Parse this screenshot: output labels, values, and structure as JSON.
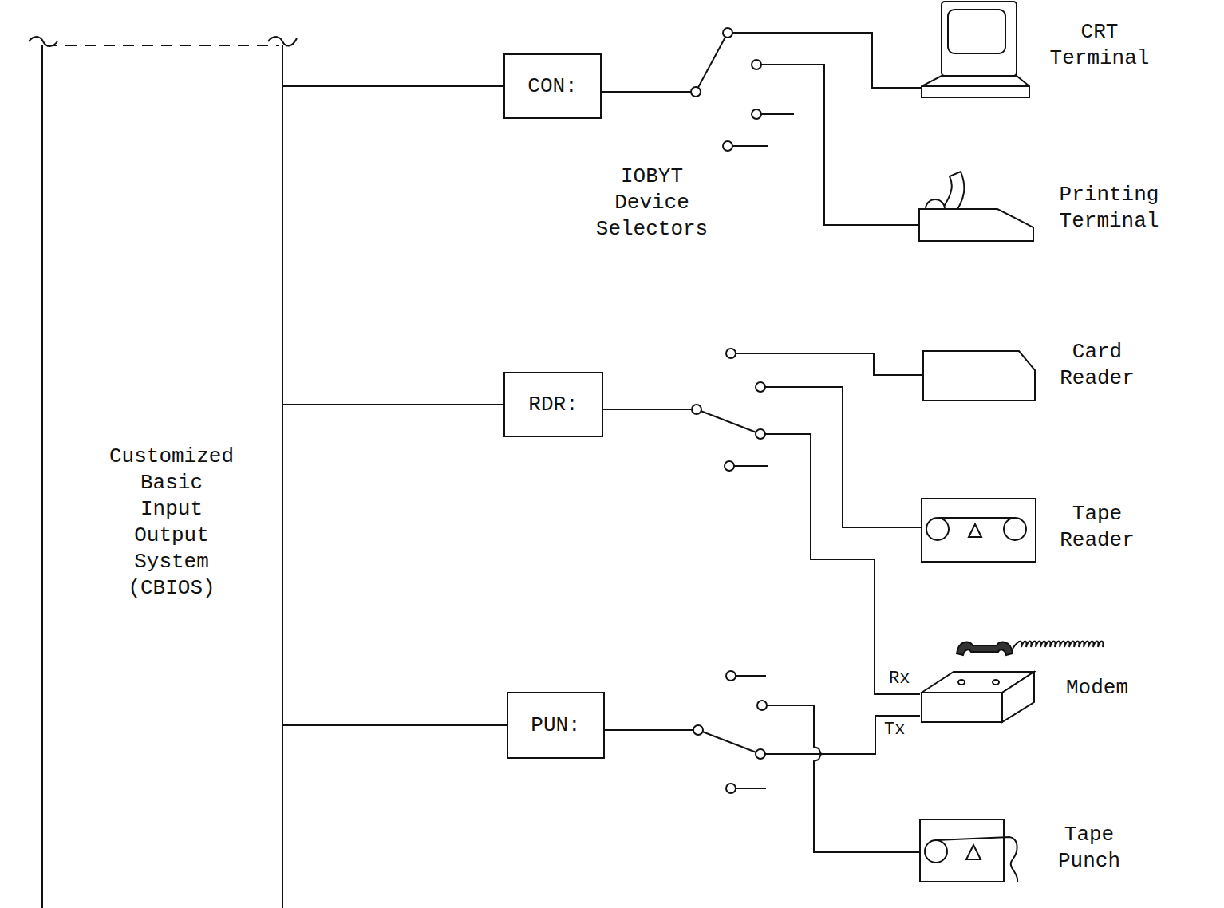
{
  "diagram": {
    "nodes": [
      {
        "text": [
          "Customized Basic Input Output System (CBIOS)"
        ]
      },
      {
        "text": [
          "CON:"
        ]
      },
      {
        "text": [
          "CRT Terminal"
        ]
      },
      {
        "text": [
          "Printing Terminal"
        ]
      },
      {
        "text": [
          "RDR:"
        ]
      },
      {
        "text": [
          "Card Reader"
        ]
      },
      {
        "text": [
          "Tape Reader"
        ]
      },
      {
        "text": [
          "Modem"
        ]
      },
      {
        "text": [
          "PUN:"
        ]
      },
      {
        "text": [
          "Tape Punch"
        ]
      }
    ],
    "edges": [
      {
        "from": 0,
        "to": 1,
        "arrow": "none"
      },
      {
        "from": 0,
        "to": 4,
        "arrow": "none"
      },
      {
        "from": 0,
        "to": 8,
        "arrow": "none"
      },
      {
        "from": 1,
        "to": 2,
        "arrow": "none"
      },
      {
        "from": 1,
        "to": 3,
        "arrow": "none"
      },
      {
        "from": 4,
        "to": 5,
        "arrow": "none"
      },
      {
        "from": 4,
        "to": 6,
        "arrow": "none"
      },
      {
        "from": 4,
        "to": 7,
        "label": "Rx",
        "arrow": "none"
      },
      {
        "from": 8,
        "to": 7,
        "label": "Tx",
        "arrow": "none"
      },
      {
        "from": 8,
        "to": 9,
        "arrow": "none"
      }
    ],
    "labels": [
      "IOBYT Device Selectors"
    ]
  }
}
